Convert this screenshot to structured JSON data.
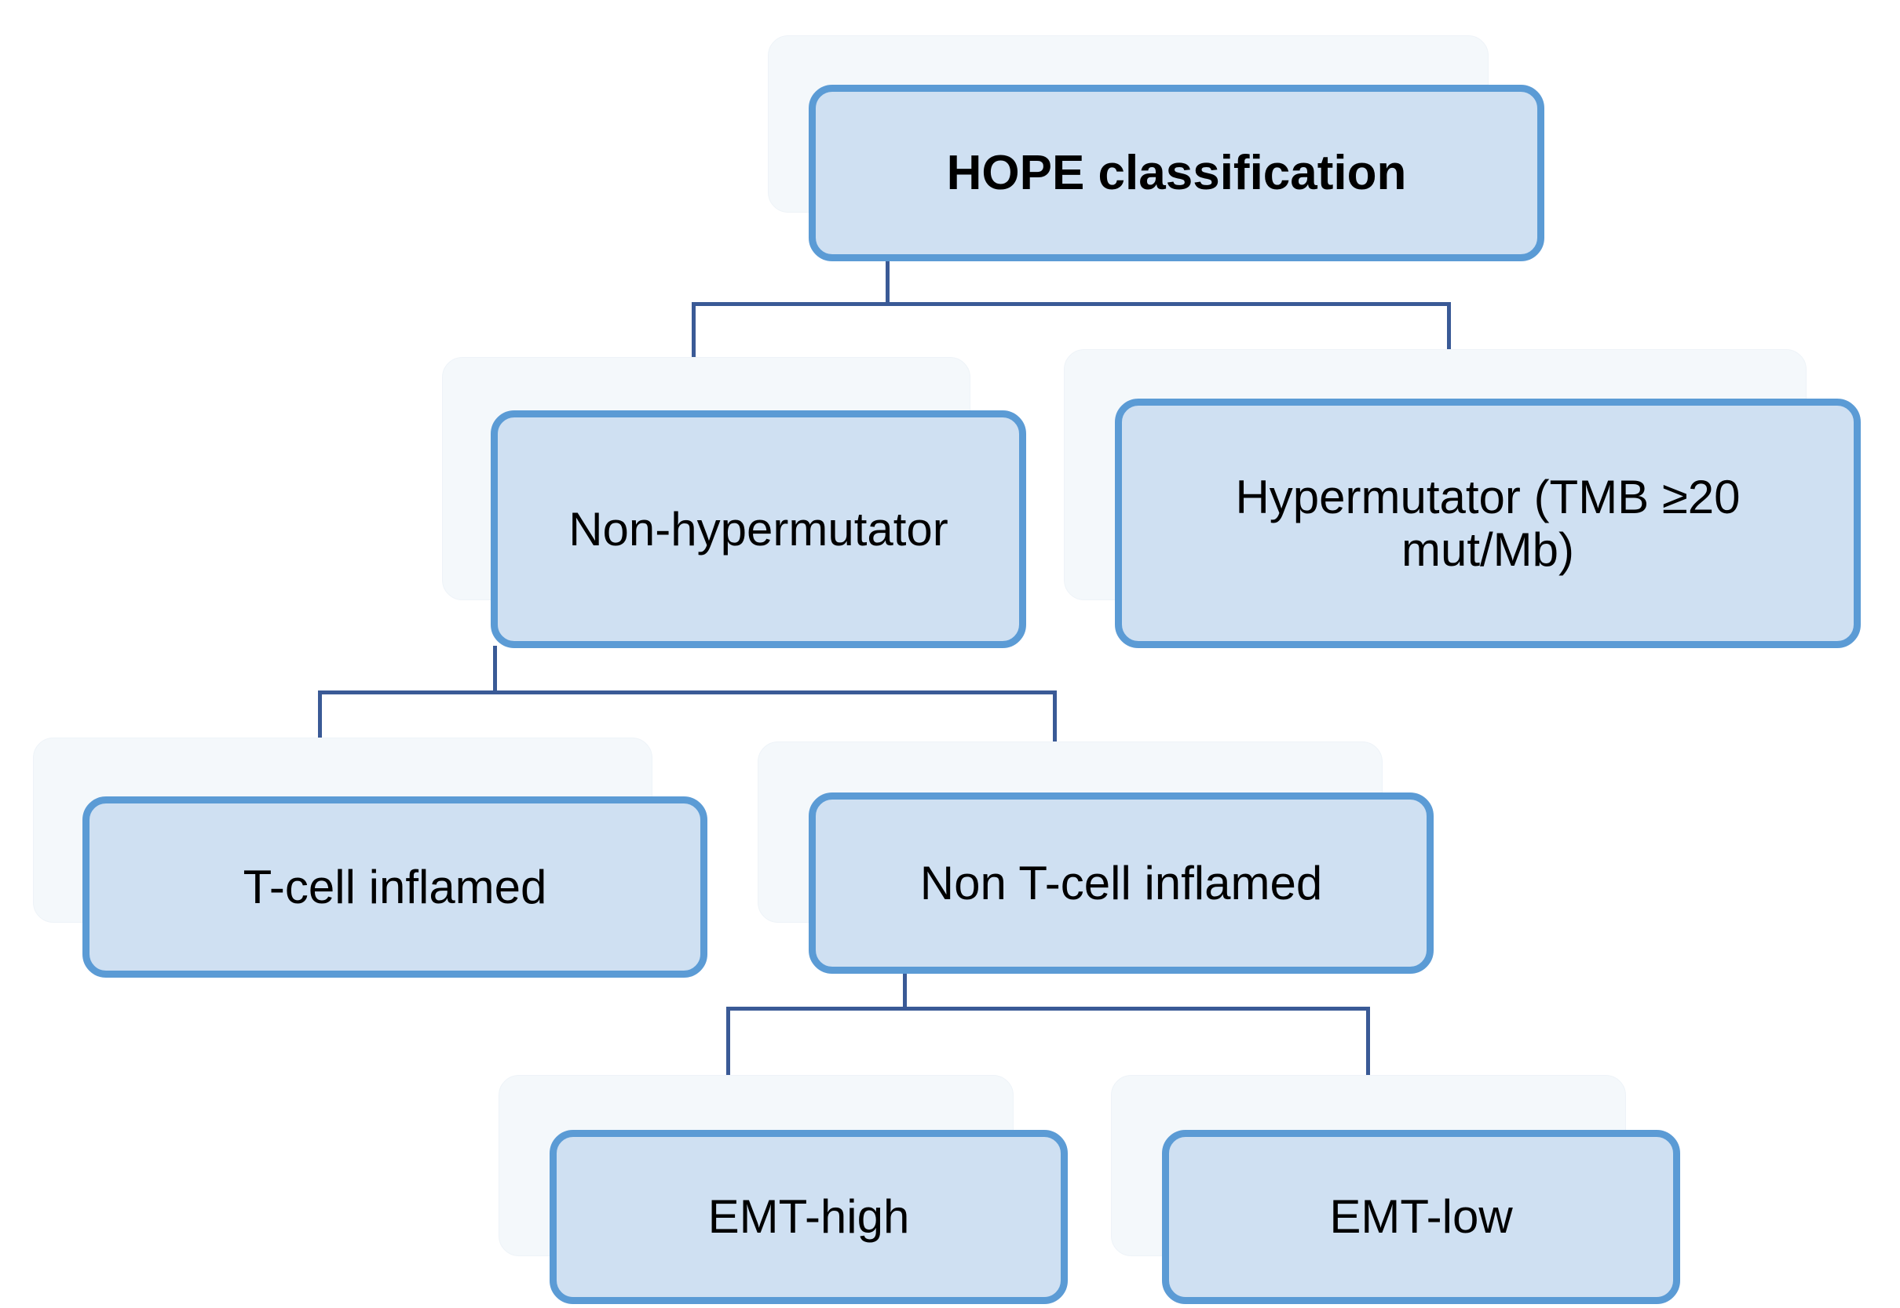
{
  "diagram": {
    "title_node": "HOPE classification",
    "palette": {
      "node_fill": "#cfe0f2",
      "node_border": "#5b9bd5",
      "shadow_plate": "#f4f8fb",
      "connector": "#3a5a96",
      "text": "#000000",
      "background": "#ffffff"
    },
    "nodes": [
      {
        "id": "hope",
        "label": "HOPE classification",
        "level": 0
      },
      {
        "id": "nonhyper",
        "label": "Non-hypermutator",
        "level": 1
      },
      {
        "id": "hyper",
        "label": "Hypermutator (TMB ≥20 mut/Mb)",
        "level": 1
      },
      {
        "id": "tcell",
        "label": "T-cell inflamed",
        "level": 2
      },
      {
        "id": "nontcell",
        "label": "Non T-cell inflamed",
        "level": 2
      },
      {
        "id": "emthigh",
        "label": "EMT-high",
        "level": 3
      },
      {
        "id": "emtlow",
        "label": "EMT-low",
        "level": 3
      }
    ],
    "edges": [
      {
        "from": "hope",
        "to": "nonhyper"
      },
      {
        "from": "hope",
        "to": "hyper"
      },
      {
        "from": "nonhyper",
        "to": "tcell"
      },
      {
        "from": "nonhyper",
        "to": "nontcell"
      },
      {
        "from": "nontcell",
        "to": "emthigh"
      },
      {
        "from": "nontcell",
        "to": "emtlow"
      }
    ]
  }
}
